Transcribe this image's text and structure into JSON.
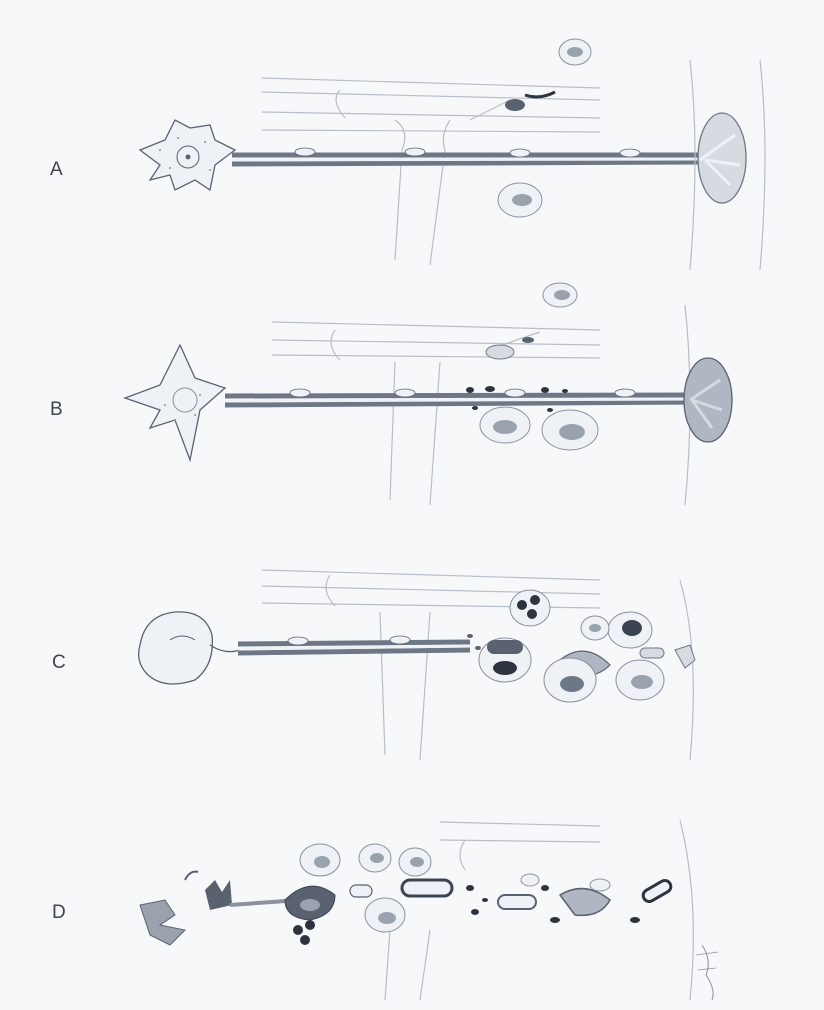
{
  "figure": {
    "panels": [
      {
        "label": "A",
        "stage": "normal"
      },
      {
        "label": "B",
        "stage": "early-degeneration"
      },
      {
        "label": "C",
        "stage": "advanced-degeneration"
      },
      {
        "label": "D",
        "stage": "complete-degeneration"
      }
    ],
    "signature": "signature"
  },
  "colors": {
    "background": "#f7f8fa",
    "ink": "#5a6270",
    "myelin": "#6e7785",
    "cell_fill": "#eef1f5",
    "nucleus": "#9aa2ae",
    "dark_granule": "#2d3440",
    "vessel": "#b8bec8"
  }
}
